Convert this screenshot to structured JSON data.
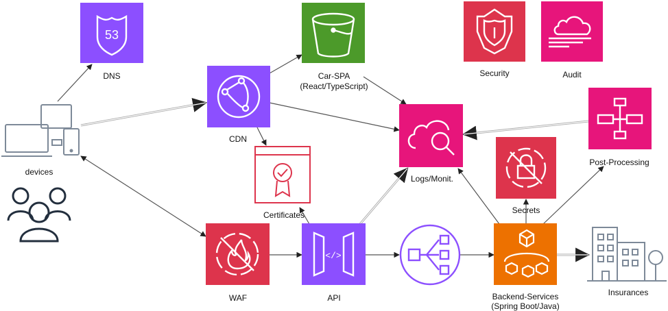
{
  "colors": {
    "purple": "#8c4fff",
    "green": "#4c9a2a",
    "pink": "#e7157b",
    "red": "#dd344c",
    "orange": "#ed7100",
    "cert_red": "#dd344c",
    "connector": "#545454",
    "outline_gray": "#7d8998",
    "user_black": "#232f3e"
  },
  "nodes": {
    "dns": {
      "label": "DNS",
      "icon": "route53-icon"
    },
    "cdn": {
      "label": "CDN",
      "icon": "cloudfront-icon"
    },
    "carspa": {
      "label": "Car-SPA",
      "sublabel": "(React/TypeScript)",
      "icon": "s3-bucket-icon"
    },
    "security": {
      "label": "Security",
      "icon": "shield-icon"
    },
    "audit": {
      "label": "Audit",
      "icon": "cloudtrail-icon"
    },
    "logs": {
      "label": "Logs/Monit.",
      "icon": "cloudwatch-icon"
    },
    "postproc": {
      "label": "Post-Processing",
      "icon": "step-functions-icon"
    },
    "secrets": {
      "label": "Secrets",
      "icon": "secrets-manager-icon"
    },
    "certs": {
      "label": "Certificates",
      "icon": "certificate-icon"
    },
    "devices": {
      "label": "devices",
      "icon": "devices-icon"
    },
    "users": {
      "label": "",
      "icon": "users-icon"
    },
    "waf": {
      "label": "WAF",
      "icon": "waf-icon"
    },
    "api": {
      "label": "API",
      "icon": "api-gateway-icon"
    },
    "queue": {
      "label": "",
      "icon": "load-balancer-icon"
    },
    "backend": {
      "label": "Backend-Services",
      "sublabel": "(Spring Boot/Java)",
      "icon": "fargate-icon"
    },
    "insurances": {
      "label": "Insurances",
      "icon": "office-building-icon"
    }
  }
}
